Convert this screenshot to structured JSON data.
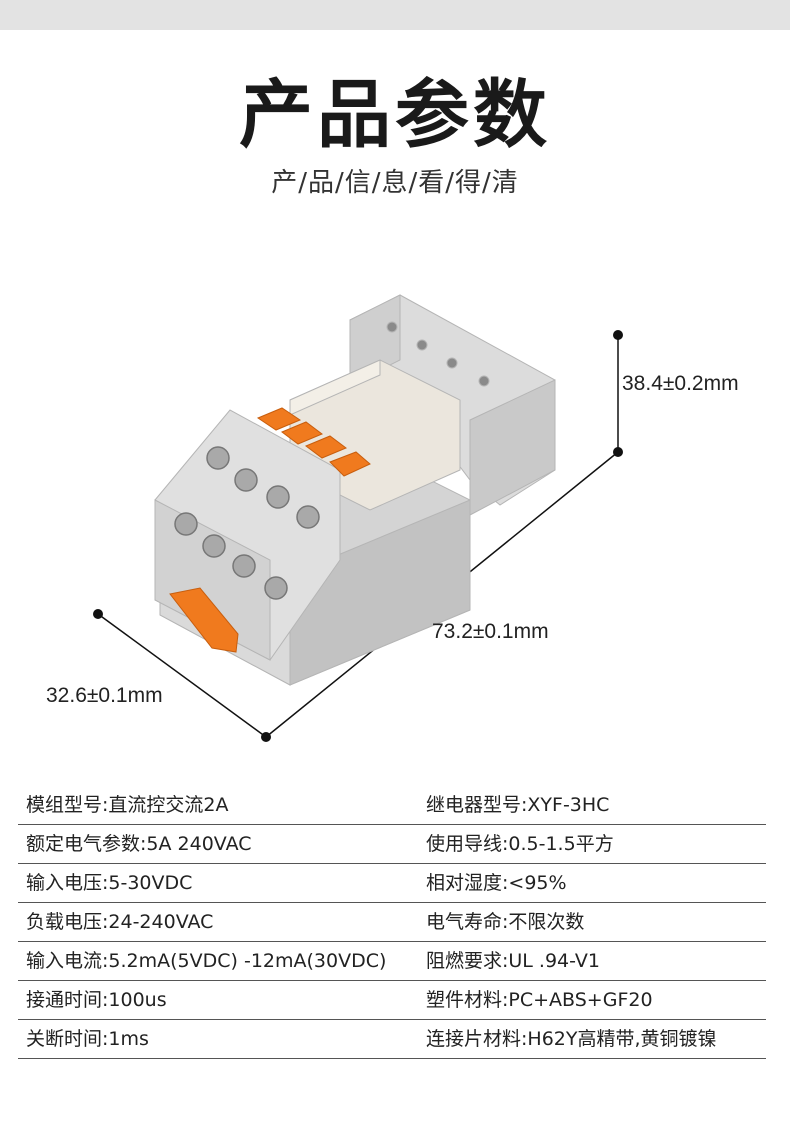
{
  "header": {
    "title": "产品参数",
    "subtitle": "产/品/信/息/看/得/清"
  },
  "dimensions": {
    "height": "38.4±0.2mm",
    "length": "73.2±0.1mm",
    "depth": "32.6±0.1mm"
  },
  "specs": [
    {
      "left": "模组型号:直流控交流2A",
      "right": "继电器型号:XYF-3HC"
    },
    {
      "left": "额定电气参数:5A 240VAC",
      "right": "使用导线:0.5-1.5平方"
    },
    {
      "left": "输入电压:5-30VDC",
      "right": "相对湿度:<95%"
    },
    {
      "left": "负载电压:24-240VAC",
      "right": "电气寿命:不限次数"
    },
    {
      "left": "输入电流:5.2mA(5VDC) -12mA(30VDC)",
      "right": "阻燃要求:UL .94-V1"
    },
    {
      "left": "接通时间:100us",
      "right": "塑件材料:PC+ABS+GF20"
    },
    {
      "left": "关断时间:1ms",
      "right": "连接片材料:H62Y高精带,黄铜镀镍"
    }
  ],
  "colors": {
    "housing": "#d8d8d8",
    "latch": "#f07a1e",
    "dimension_line": "#111111"
  }
}
